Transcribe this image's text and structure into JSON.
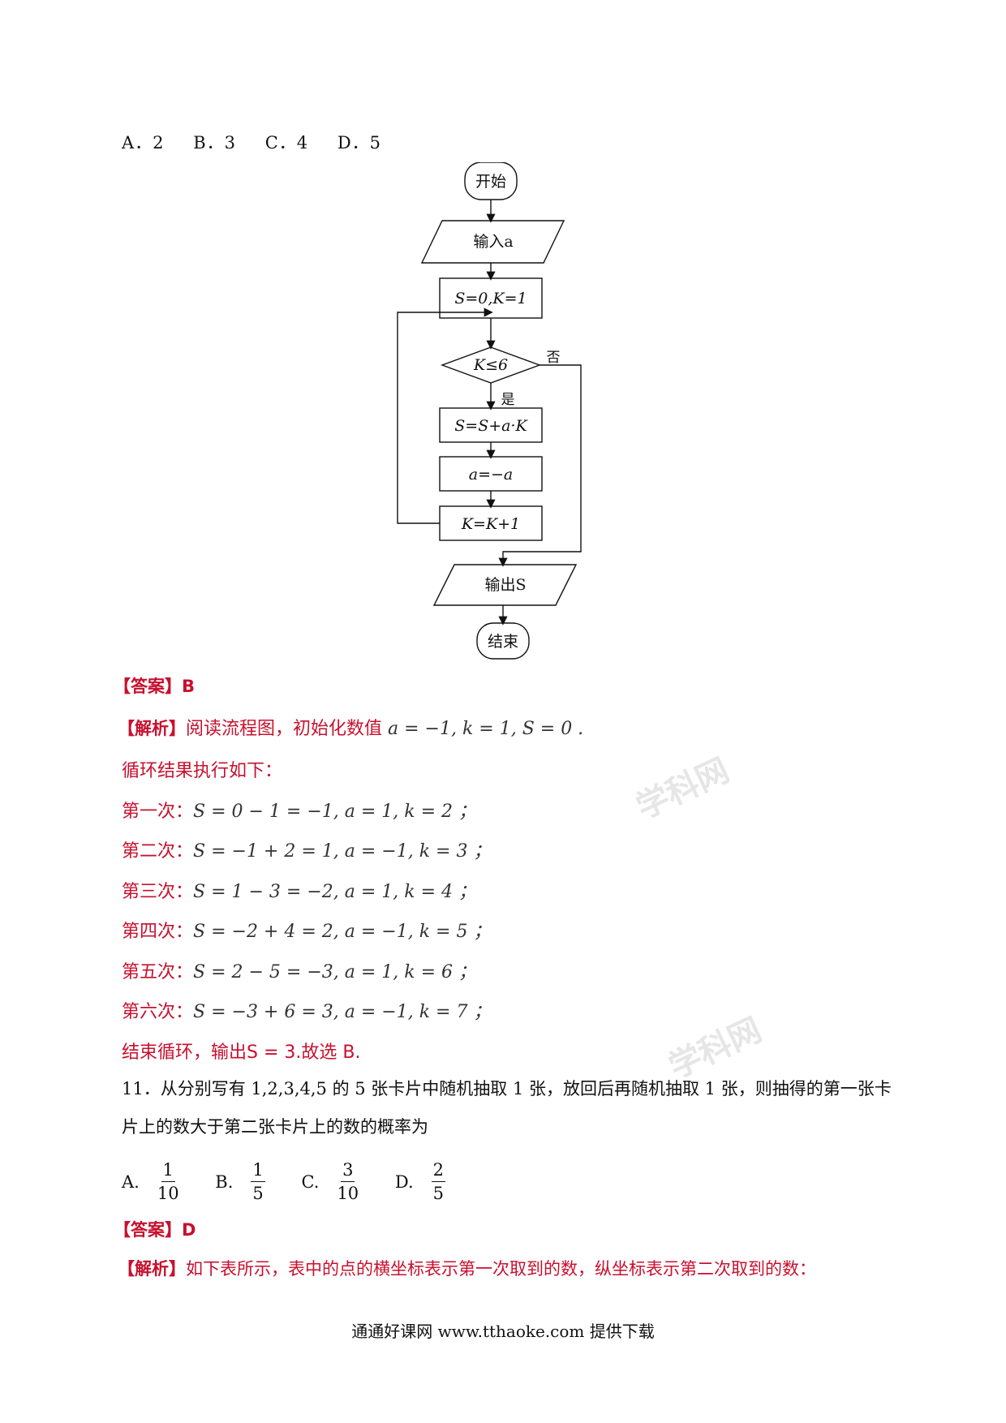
{
  "question10": {
    "options": [
      "A．2",
      "B．3",
      "C．4",
      "D．5"
    ]
  },
  "flowchart": {
    "start": "开始",
    "input": "输入a",
    "init": "S=0,K=1",
    "condition": "K≤6",
    "no_label": "否",
    "yes_label": "是",
    "step1": "S=S+a·K",
    "step2": "a=−a",
    "step3": "K=K+1",
    "output": "输出S",
    "end": "结束"
  },
  "answer10": {
    "tag": "【答案】",
    "value": "B"
  },
  "analysis10": {
    "tag": "【解析】",
    "intro": "阅读流程图，初始化数值",
    "intro_expr": "a = −1, k = 1, S = 0 .",
    "loop_title": "循环结果执行如下：",
    "rows": [
      {
        "label": "第一次：",
        "expr": "S = 0 − 1 = −1, a = 1, k = 2 ；"
      },
      {
        "label": "第二次：",
        "expr": "S = −1 + 2 = 1, a = −1, k = 3 ；"
      },
      {
        "label": "第三次：",
        "expr": "S = 1 − 3 = −2, a = 1, k = 4 ；"
      },
      {
        "label": "第四次：",
        "expr": "S = −2 + 4 = 2, a = −1, k = 5 ；"
      },
      {
        "label": "第五次：",
        "expr": "S = 2 − 5 = −3, a = 1, k = 6 ；"
      },
      {
        "label": "第六次：",
        "expr": "S = −3 + 6 = 3, a = −1, k = 7 ；"
      }
    ],
    "conclusion": "结束循环，输出S = 3.故选 B."
  },
  "question11": {
    "line1": "11．从分别写有 1,2,3,4,5 的 5 张卡片中随机抽取 1 张，放回后再随机抽取 1 张，则抽得的第一张卡",
    "line2": "片上的数大于第二张卡片上的数的概率为",
    "options": [
      {
        "label": "A.",
        "num": "1",
        "den": "10"
      },
      {
        "label": "B.",
        "num": "1",
        "den": "5"
      },
      {
        "label": "C.",
        "num": "3",
        "den": "10"
      },
      {
        "label": "D.",
        "num": "2",
        "den": "5"
      }
    ]
  },
  "answer11": {
    "tag": "【答案】",
    "value": "D"
  },
  "analysis11": {
    "tag": "【解析】",
    "text": "如下表所示，表中的点的横坐标表示第一次取到的数，纵坐标表示第二次取到的数："
  },
  "footer": "通通好课网 www.tthaoke.com 提供下载",
  "colors": {
    "accent_red": "#c8102e"
  }
}
